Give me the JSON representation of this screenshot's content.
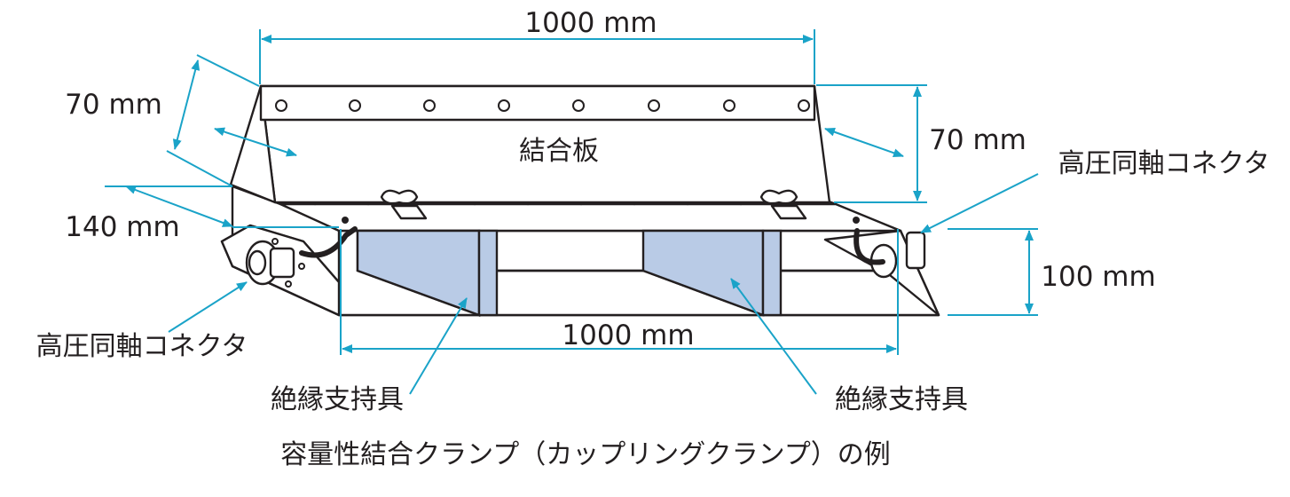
{
  "colors": {
    "dimension_line": "#1aa3c8",
    "outline": "#231f20",
    "insulator_fill": "#b9cbe6",
    "background": "#ffffff"
  },
  "dimensions": {
    "top_width": "1000 mm",
    "bottom_width": "1000 mm",
    "left_height": "70 mm",
    "right_height": "70 mm",
    "depth": "140 mm",
    "base_height": "100 mm"
  },
  "labels": {
    "coupling_plate": "結合板",
    "connector_left": "高圧同軸コネクタ",
    "connector_right": "高圧同軸コネクタ",
    "insulator_left": "絶縁支持具",
    "insulator_right": "絶縁支持具"
  },
  "caption": "容量性結合クランプ（カップリングクランプ）の例",
  "icons": {
    "wing_nut": "wing-nut-icon",
    "coax_connector": "coax-connector-icon",
    "mounting_hole": "mounting-hole-icon"
  }
}
